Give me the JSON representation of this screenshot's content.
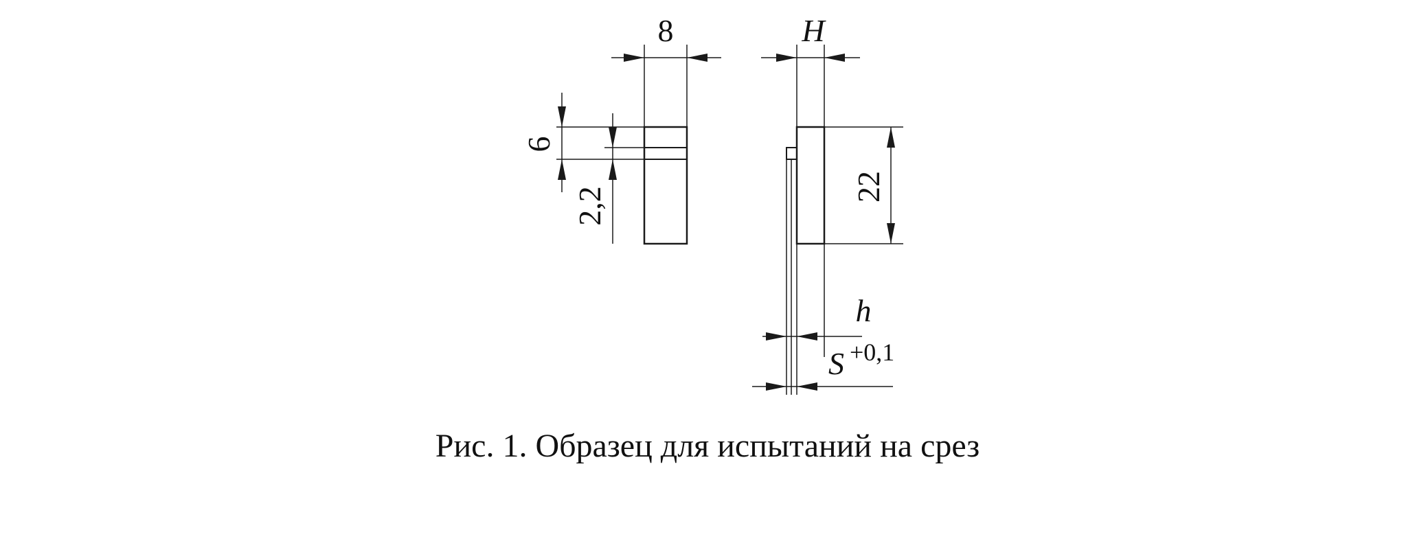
{
  "diagram": {
    "caption": "Рис. 1. Образец для испытаний на срез",
    "dimensions": {
      "width_top": "8",
      "left_vertical_top": "6",
      "left_vertical_bottom": "2,2",
      "right_top": "H",
      "right_vertical": "22",
      "right_h": "h",
      "right_s": "S",
      "right_s_tolerance": "+0,1"
    }
  }
}
